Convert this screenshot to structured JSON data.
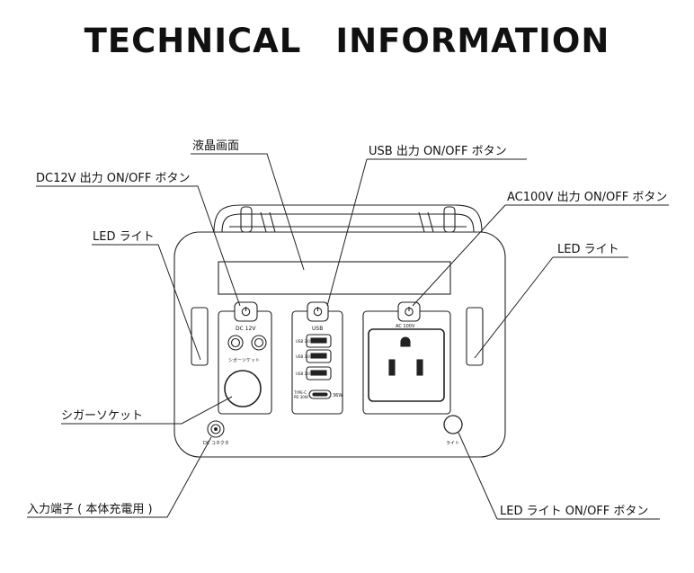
{
  "title": {
    "word1": "TECHNICAL",
    "word2": "INFORMATION"
  },
  "callouts": {
    "lcd_screen": "液晶画面",
    "usb_button": "USB 出力 ON/OFF ボタン",
    "dc12v_button": "DC12V 出力 ON/OFF ボタン",
    "ac100v_button": "AC100V 出力 ON/OFF ボタン",
    "led_light_left": "LED ライト",
    "led_light_right": "LED ライト",
    "cigar_socket": "シガーソケット",
    "input_terminal": "入力端子 ( 本体充電用 )",
    "led_light_button": "LED ライト ON/OFF ボタン"
  },
  "device_labels": {
    "dc12v": "DC 12V",
    "cigar_socket": "シガーソケット",
    "dc_connector": "DC コネクタ",
    "usb": "USB",
    "usb30": "USB 3.0",
    "usbc_type": "TYPE-C",
    "usbc_pd": "PD 30W",
    "usbc_watt": "36W",
    "ac100v": "AC 100V",
    "light": "ライト"
  }
}
